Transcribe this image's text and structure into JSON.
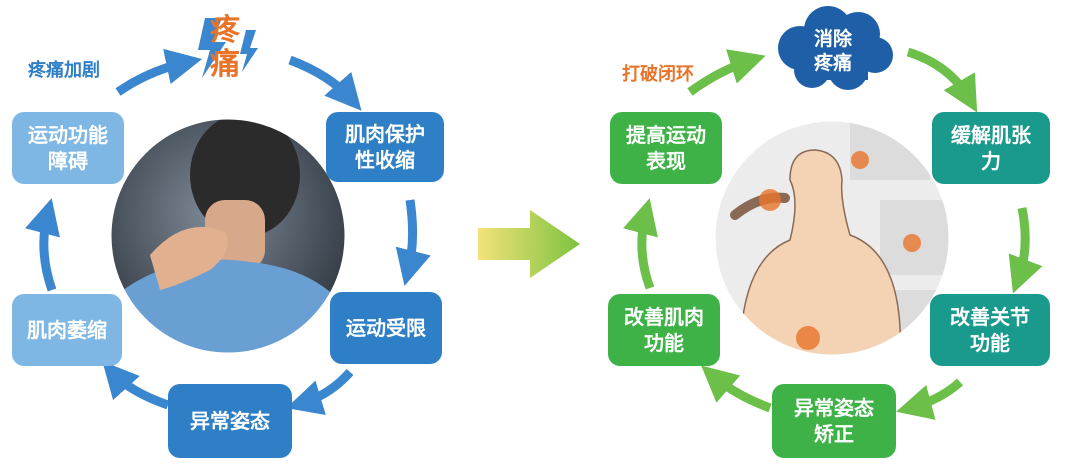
{
  "left_cycle": {
    "label": "疼痛加剧",
    "pain": "疼\n痛",
    "nodes": [
      "肌肉保护\n性收缩",
      "运动受限",
      "异常姿态",
      "肌肉萎缩",
      "运动功能\n障碍"
    ]
  },
  "right_cycle": {
    "label": "打破闭环",
    "cloud": "消除\n疼痛",
    "nodes": [
      "缓解肌张\n力",
      "改善关节\n功能",
      "异常姿态\n矫正",
      "改善肌肉\n功能",
      "提高运动\n表现"
    ]
  },
  "colors": {
    "left_box_dark": "#2f7fc6",
    "left_box_light": "#7fb7e4",
    "left_arrow": "#3a86cf",
    "right_box_green": "#3fb247",
    "right_box_teal": "#1a9a8c",
    "right_arrow": "#6cc04a",
    "pain_orange": "#e8742a",
    "label_blue": "#2f7fc6",
    "cloud": "#1e5fa8"
  }
}
